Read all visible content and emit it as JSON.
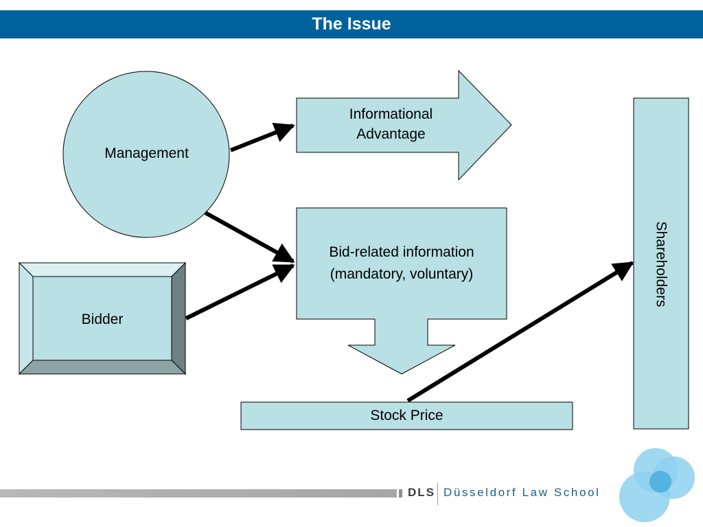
{
  "slide": {
    "title": "The Issue"
  },
  "diagram": {
    "nodes": {
      "management": "Management",
      "bidder": "Bidder",
      "informational_advantage": [
        "Informational",
        "Advantage"
      ],
      "bid_related_information": [
        "Bid-related information",
        "(mandatory, voluntary)"
      ],
      "stock_price": "Stock Price",
      "shareholders": "Shareholders"
    },
    "edges": [
      {
        "from": "Management",
        "to": "Informational Advantage"
      },
      {
        "from": "Management",
        "to": "Bid-related information"
      },
      {
        "from": "Bidder",
        "to": "Bid-related information"
      },
      {
        "from": "Bid-related information",
        "to": "Stock Price"
      },
      {
        "from": "Stock Price",
        "to": "Shareholders"
      }
    ]
  },
  "footer": {
    "brand_short": "DLS",
    "brand_name": "Düsseldorf Law School"
  },
  "colors": {
    "title_bar": "#00629b",
    "node_fill": "#b9e0e4",
    "bevel_dark": "#6f8082",
    "bevel_light": "#dbf0f2",
    "logo_light": "#8fd0ef",
    "logo_dark": "#3ba6d8"
  }
}
